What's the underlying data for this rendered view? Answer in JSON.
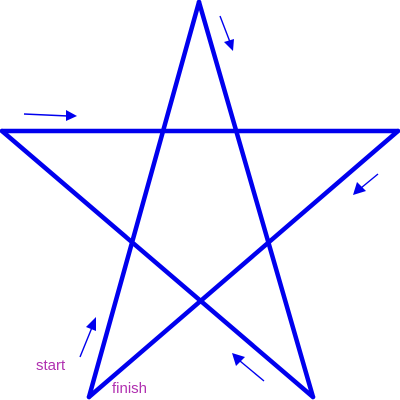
{
  "diagram": {
    "labels": {
      "start": "start",
      "finish": "finish"
    },
    "colors": {
      "star": "#0000ee",
      "arrows": "#0000ee",
      "labels": "#b030b0",
      "background": "#ffffff"
    },
    "drawing_order": [
      "bottom-left",
      "top",
      "bottom-right",
      "left",
      "right",
      "bottom-left"
    ],
    "arrow_count": 5
  }
}
